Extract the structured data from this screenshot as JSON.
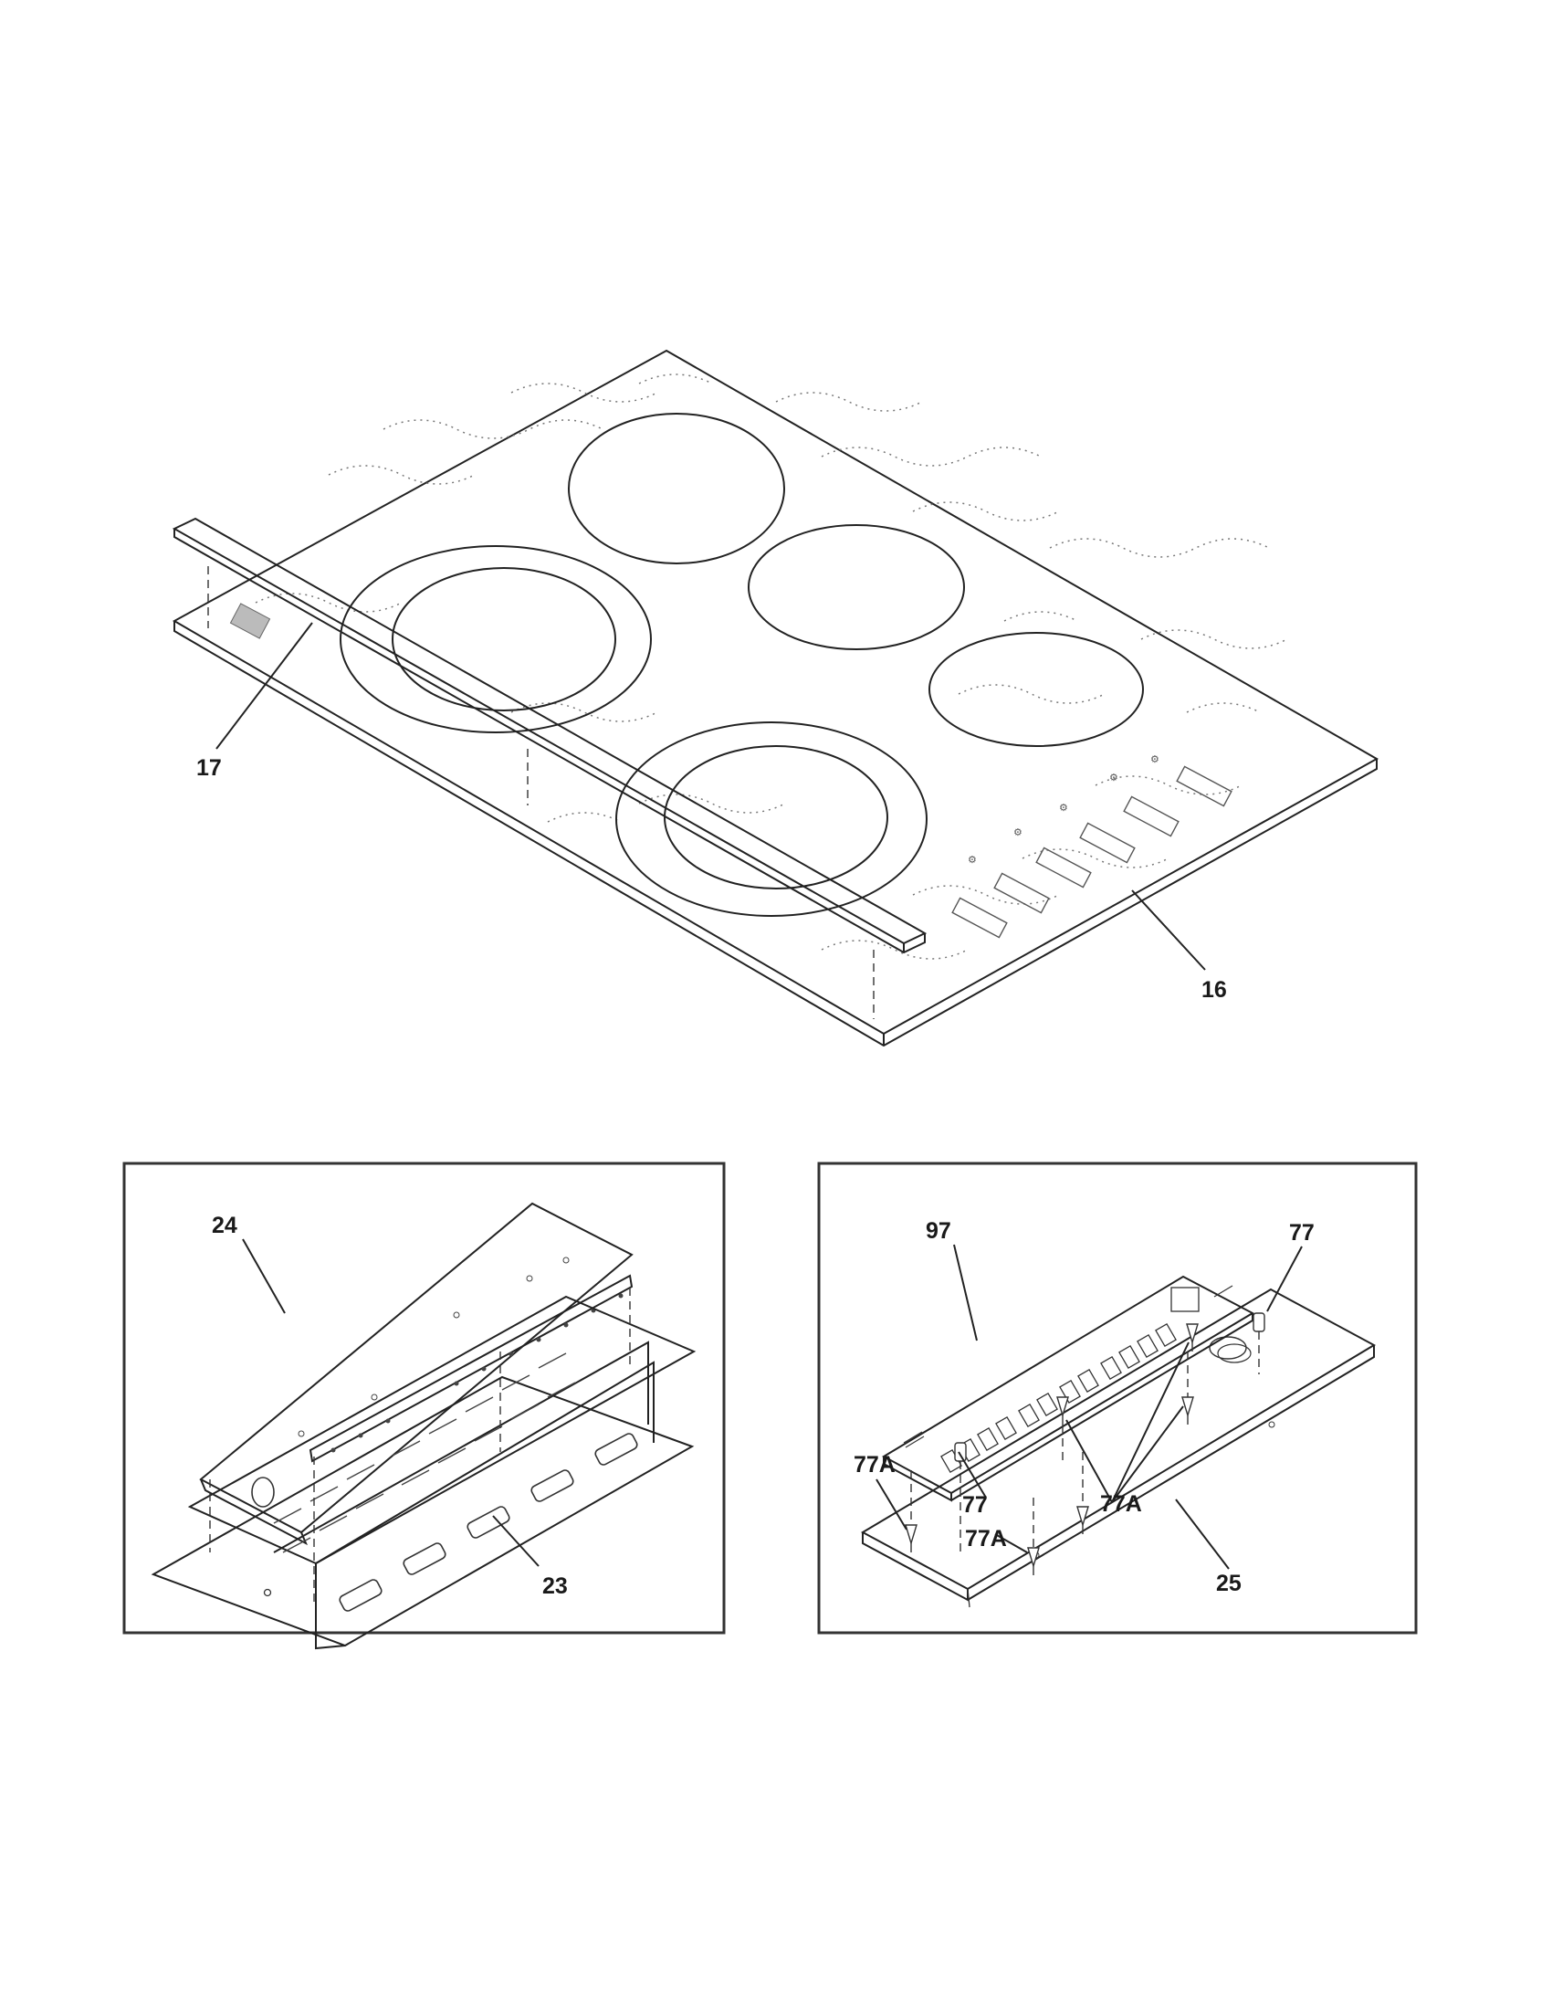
{
  "callouts": {
    "glass_top": "16",
    "trim_strip": "17",
    "lower_box": "23",
    "top_cover": "24",
    "bracket": "25",
    "board": "97",
    "spacer_right": "77",
    "spacer_mid": "77",
    "standoff_left": "77A",
    "standoff_bottom": "77A",
    "standoff_group": "77A"
  },
  "colors": {
    "line": "#222222",
    "frame": "#333333",
    "background": "#ffffff"
  }
}
